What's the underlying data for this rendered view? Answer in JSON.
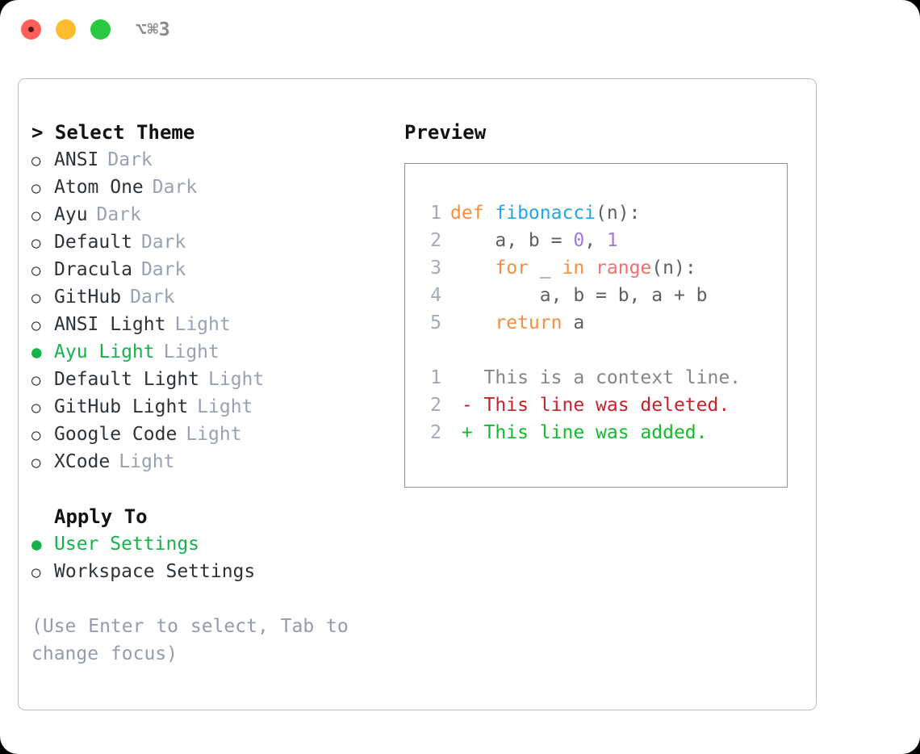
{
  "titlebar": {
    "shortcut": "⌥⌘3",
    "lights": [
      {
        "name": "close",
        "color": "#FF6059"
      },
      {
        "name": "minimize",
        "color": "#FFBD2E"
      },
      {
        "name": "maximize",
        "color": "#28C840"
      }
    ]
  },
  "theme_section": {
    "header": "> Select Theme",
    "options": [
      {
        "marker": "○",
        "name": "ANSI",
        "category": "Dark",
        "selected": false
      },
      {
        "marker": "○",
        "name": "Atom One",
        "category": "Dark",
        "selected": false
      },
      {
        "marker": "○",
        "name": "Ayu",
        "category": "Dark",
        "selected": false
      },
      {
        "marker": "○",
        "name": "Default",
        "category": "Dark",
        "selected": false
      },
      {
        "marker": "○",
        "name": "Dracula",
        "category": "Dark",
        "selected": false
      },
      {
        "marker": "○",
        "name": "GitHub",
        "category": "Dark",
        "selected": false
      },
      {
        "marker": "○",
        "name": "ANSI Light",
        "category": "Light",
        "selected": false
      },
      {
        "marker": "●",
        "name": "Ayu Light",
        "category": "Light",
        "selected": true
      },
      {
        "marker": "○",
        "name": "Default Light",
        "category": "Light",
        "selected": false
      },
      {
        "marker": "○",
        "name": "GitHub Light",
        "category": "Light",
        "selected": false
      },
      {
        "marker": "○",
        "name": "Google Code",
        "category": "Light",
        "selected": false
      },
      {
        "marker": "○",
        "name": "XCode",
        "category": "Light",
        "selected": false
      }
    ]
  },
  "apply_section": {
    "header": "Apply To",
    "options": [
      {
        "marker": "●",
        "name": "User Settings",
        "selected": true
      },
      {
        "marker": "○",
        "name": "Workspace Settings",
        "selected": false
      }
    ]
  },
  "hint": "(Use Enter to select, Tab to change focus)",
  "preview": {
    "title": "Preview",
    "code_lines": [
      {
        "lineno": "1",
        "tokens": [
          {
            "text": "def ",
            "type": "kw"
          },
          {
            "text": "fibonacci",
            "type": "fn"
          },
          {
            "text": "(n):",
            "type": "plain"
          }
        ]
      },
      {
        "lineno": "2",
        "tokens": [
          {
            "text": "    a, b = ",
            "type": "plain"
          },
          {
            "text": "0",
            "type": "num"
          },
          {
            "text": ", ",
            "type": "plain"
          },
          {
            "text": "1",
            "type": "num"
          }
        ]
      },
      {
        "lineno": "3",
        "tokens": [
          {
            "text": "    ",
            "type": "plain"
          },
          {
            "text": "for",
            "type": "kw"
          },
          {
            "text": " _ ",
            "type": "plain"
          },
          {
            "text": "in",
            "type": "kw"
          },
          {
            "text": " ",
            "type": "plain"
          },
          {
            "text": "range",
            "type": "builtin"
          },
          {
            "text": "(n):",
            "type": "plain"
          }
        ]
      },
      {
        "lineno": "4",
        "tokens": [
          {
            "text": "        a, b = b, a + b",
            "type": "plain"
          }
        ]
      },
      {
        "lineno": "5",
        "tokens": [
          {
            "text": "    ",
            "type": "plain"
          },
          {
            "text": "return",
            "type": "kw"
          },
          {
            "text": " a",
            "type": "plain"
          }
        ]
      }
    ],
    "diff_lines": [
      {
        "lineno": "1",
        "tokens": [
          {
            "text": "   This is a context line.",
            "type": "ctx"
          }
        ]
      },
      {
        "lineno": "2",
        "tokens": [
          {
            "text": " - This line was deleted.",
            "type": "del"
          }
        ]
      },
      {
        "lineno": "2",
        "tokens": [
          {
            "text": " + This line was added.",
            "type": "add"
          }
        ]
      }
    ]
  },
  "colors": {
    "accent_green": "#16B24B",
    "muted_gray": "#98A2B3",
    "hint_gray": "#929CAC",
    "keyword_orange": "#FA8D3E",
    "function_blue": "#23A6E8",
    "number_purple": "#A37ACC",
    "builtin_red": "#F07171",
    "diff_deleted": "#C6222B",
    "diff_added": "#12BB2D",
    "panel_border": "#B6BDC8",
    "preview_border": "#8892A4"
  }
}
